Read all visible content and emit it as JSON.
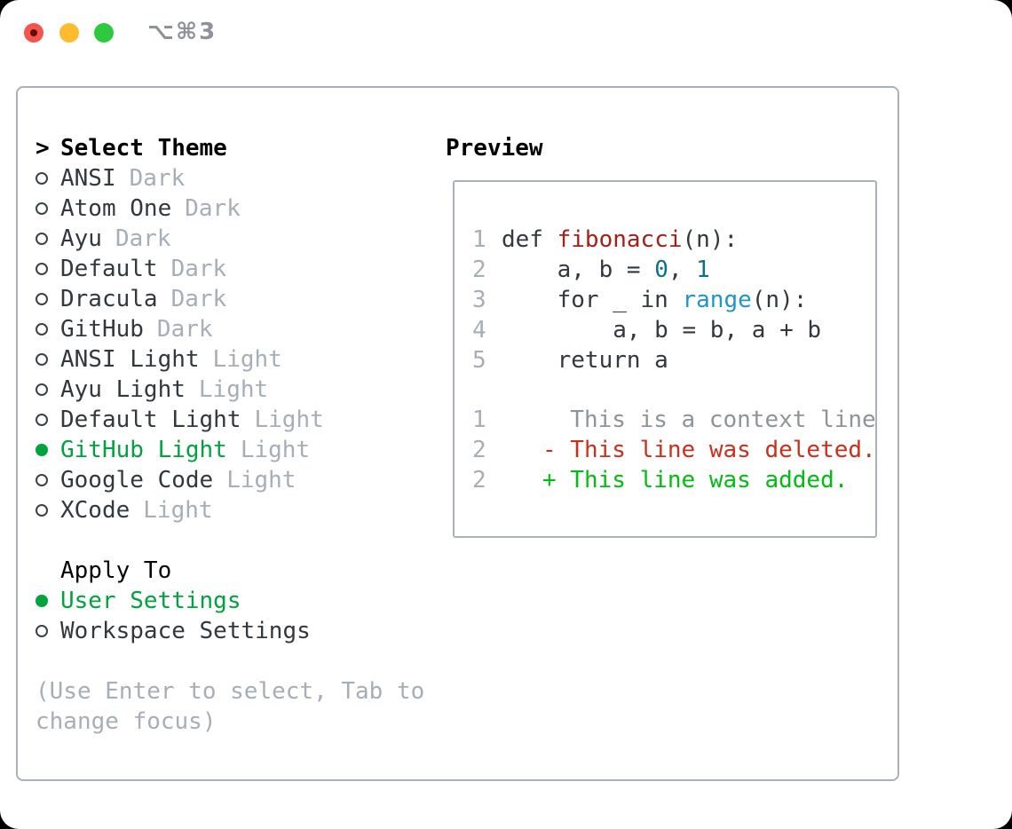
{
  "titlebar": {
    "shortcut": "⌥⌘3"
  },
  "theme_panel": {
    "header": {
      "marker": ">",
      "label": "Select Theme"
    },
    "items": [
      {
        "name": "ANSI",
        "variant": "Dark",
        "selected": false
      },
      {
        "name": "Atom One",
        "variant": "Dark",
        "selected": false
      },
      {
        "name": "Ayu",
        "variant": "Dark",
        "selected": false
      },
      {
        "name": "Default",
        "variant": "Dark",
        "selected": false
      },
      {
        "name": "Dracula",
        "variant": "Dark",
        "selected": false
      },
      {
        "name": "GitHub",
        "variant": "Dark",
        "selected": false
      },
      {
        "name": "ANSI Light",
        "variant": "Light",
        "selected": false
      },
      {
        "name": "Ayu Light",
        "variant": "Light",
        "selected": false
      },
      {
        "name": "Default Light",
        "variant": "Light",
        "selected": false
      },
      {
        "name": "GitHub Light",
        "variant": "Light",
        "selected": true
      },
      {
        "name": "Google Code",
        "variant": "Light",
        "selected": false
      },
      {
        "name": "XCode",
        "variant": "Light",
        "selected": false
      }
    ],
    "apply_to": {
      "label": "Apply To",
      "options": [
        {
          "label": "User Settings",
          "selected": true
        },
        {
          "label": "Workspace Settings",
          "selected": false
        }
      ]
    },
    "hint_lines": [
      "(Use Enter to select, Tab to",
      "change focus)"
    ]
  },
  "preview": {
    "label": "Preview",
    "code_lines": [
      {
        "num": "1",
        "tokens": [
          {
            "t": "def ",
            "c": "plain"
          },
          {
            "t": "fibonacci",
            "c": "func"
          },
          {
            "t": "(n):",
            "c": "plain"
          }
        ]
      },
      {
        "num": "2",
        "tokens": [
          {
            "t": "    a, b = ",
            "c": "plain"
          },
          {
            "t": "0",
            "c": "num"
          },
          {
            "t": ", ",
            "c": "plain"
          },
          {
            "t": "1",
            "c": "num"
          }
        ]
      },
      {
        "num": "3",
        "tokens": [
          {
            "t": "    for _ in ",
            "c": "plain"
          },
          {
            "t": "range",
            "c": "builtin"
          },
          {
            "t": "(n):",
            "c": "plain"
          }
        ]
      },
      {
        "num": "4",
        "tokens": [
          {
            "t": "        a, b = b, a + b",
            "c": "plain"
          }
        ]
      },
      {
        "num": "5",
        "tokens": [
          {
            "t": "    return a",
            "c": "plain"
          }
        ]
      }
    ],
    "diff_lines": [
      {
        "num": "1",
        "text": "  This is a context line.",
        "type": "context"
      },
      {
        "num": "2",
        "text": "- This line was deleted.",
        "type": "deleted"
      },
      {
        "num": "2",
        "text": "+ This line was added.",
        "type": "added"
      }
    ]
  },
  "colors": {
    "selected_green": "#00a33e",
    "added_green": "#00bd12",
    "deleted_red": "#cd2f1c",
    "function_red": "#a6201a",
    "number_teal": "#0b7285",
    "builtin_blue": "#1f96c9",
    "text_dark": "#32383e",
    "muted_gray": "#a6aeb8",
    "border_gray": "#a9b2bc",
    "traffic_red": "#f4544d",
    "traffic_yellow": "#fdbc2e",
    "traffic_green": "#2ec93f"
  }
}
